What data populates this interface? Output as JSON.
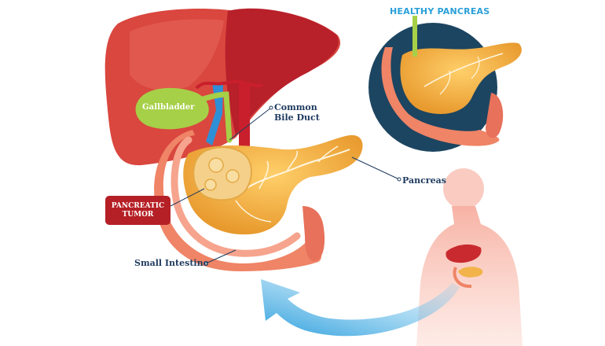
{
  "labels": {
    "healthy_pancreas": "HEALTHY PANCREAS",
    "gallbladder": "Gallbladder",
    "common_bile_duct_line1": "Common",
    "common_bile_duct_line2": "Bile Duct",
    "pancreas": "Pancreas",
    "pancreatic_tumor_line1": "PANCREATIC",
    "pancreatic_tumor_line2": "TUMOR",
    "small_intestine": "Small Intestine"
  },
  "colors": {
    "liver": "#d9473f",
    "liver_dark": "#b8202a",
    "gallbladder": "#a6d047",
    "pancreas": "#f2b44a",
    "tumor": "#f5d08a",
    "intestine": "#ef8466",
    "vein_blue": "#2f8fd6",
    "label_navy": "#1f3a5f",
    "inset_circle": "#1c4561",
    "arrow": "#34a3de",
    "tumor_badge": "#b52026"
  }
}
